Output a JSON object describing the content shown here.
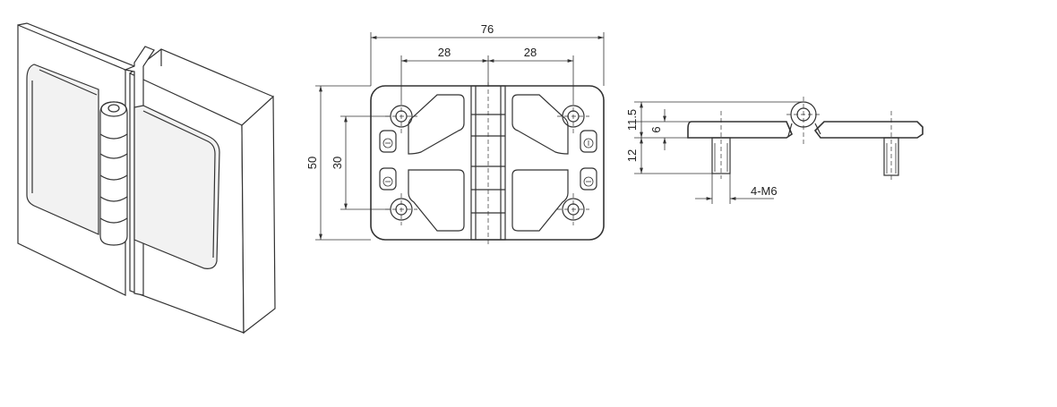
{
  "dimensions": {
    "overall_width": "76",
    "hole_spacing_left": "28",
    "hole_spacing_right": "28",
    "overall_height": "50",
    "hole_spacing_vertical": "30",
    "side_height_top": "11.5",
    "side_thickness": "6",
    "side_height_bottom": "12",
    "screw_spec": "4-M6"
  },
  "colors": {
    "line": "#333333",
    "background": "#ffffff"
  }
}
